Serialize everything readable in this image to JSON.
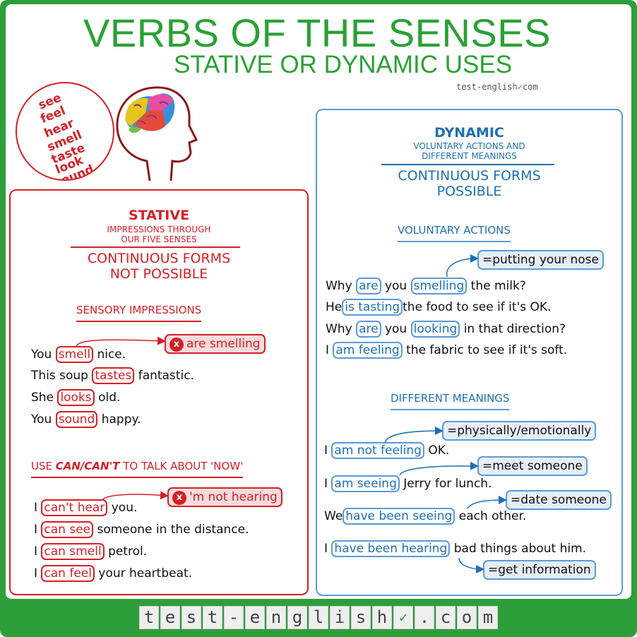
{
  "header": {
    "title": "VERBS OF THE SENSES",
    "subtitle": "STATIVE OR DYNAMIC USES",
    "brand_left": "test-english",
    "brand_check": "✓",
    "brand_right": "com"
  },
  "senses": [
    "see",
    "feel",
    "hear",
    "smell",
    "taste",
    "look",
    "sound"
  ],
  "stative": {
    "title": "STATIVE",
    "desc_line1": "IMPRESSIONS THROUGH",
    "desc_line2": "OUR FIVE SENSES",
    "rule_line1": "CONTINUOUS FORMS",
    "rule_line2": "NOT POSSIBLE",
    "section1": "SENSORY IMPRESSIONS",
    "callout1_x": "x",
    "callout1": "are smelling",
    "sentences1": [
      {
        "pre": "You",
        "verb": "smell",
        "post": "nice."
      },
      {
        "pre": "This soup",
        "verb": "tastes",
        "post": "fantastic."
      },
      {
        "pre": "She",
        "verb": "looks",
        "post": "old."
      },
      {
        "pre": "You",
        "verb": "sound",
        "post": "happy."
      }
    ],
    "section2_pre": "USE",
    "section2_em": "CAN/CAN'T",
    "section2_post": "TO TALK ABOUT 'NOW'",
    "callout2_x": "x",
    "callout2": "'m not hearing",
    "sentences2": [
      {
        "pre": "I",
        "verb": "can't hear",
        "post": "you."
      },
      {
        "pre": "I",
        "verb": "can see",
        "post": "someone in the distance."
      },
      {
        "pre": "I",
        "verb": "can smell",
        "post": "petrol."
      },
      {
        "pre": "I",
        "verb": "can feel",
        "post": "your heartbeat."
      }
    ]
  },
  "dynamic": {
    "title": "DYNAMIC",
    "desc_line1": "VOLUNTARY ACTIONS AND",
    "desc_line2": "DIFFERENT MEANINGS",
    "rule_line1": "CONTINUOUS FORMS",
    "rule_line2": "POSSIBLE",
    "section1": "VOLUNTARY ACTIONS",
    "callout1": "=putting your nose",
    "sentences1": [
      {
        "pre": "Why",
        "verb": "are",
        "mid": "you",
        "verb2": "smelling",
        "post": "the milk?"
      },
      {
        "pre": "He",
        "verb": "is tasting",
        "post": "the food to see if it's OK."
      },
      {
        "pre": "Why",
        "verb": "are",
        "mid": "you",
        "verb2": "looking",
        "post": "in that direction?"
      },
      {
        "pre": "I",
        "verb": "am feeling",
        "post": "the fabric to see if it's soft."
      }
    ],
    "section2": "DIFFERENT MEANINGS",
    "callouts2": [
      "=physically/emotionally",
      "=meet someone",
      "=date someone",
      "=get information"
    ],
    "sentences2": [
      {
        "pre": "I",
        "verb": "am not feeling",
        "post": "OK."
      },
      {
        "pre": "I",
        "verb": "am seeing",
        "post": "Jerry for lunch."
      },
      {
        "pre": "We",
        "verb": "have been seeing",
        "post": "each other."
      },
      {
        "pre": "I",
        "verb": "have been hearing",
        "post": "bad things about him."
      }
    ]
  },
  "footer": {
    "letters": [
      "t",
      "e",
      "s",
      "t",
      "-",
      "e",
      "n",
      "g",
      "l",
      "i",
      "s",
      "h",
      "✓",
      ".",
      "c",
      "o",
      "m"
    ]
  },
  "colors": {
    "green": "#2aa136",
    "red": "#d42027",
    "blue": "#1f6fb2"
  }
}
